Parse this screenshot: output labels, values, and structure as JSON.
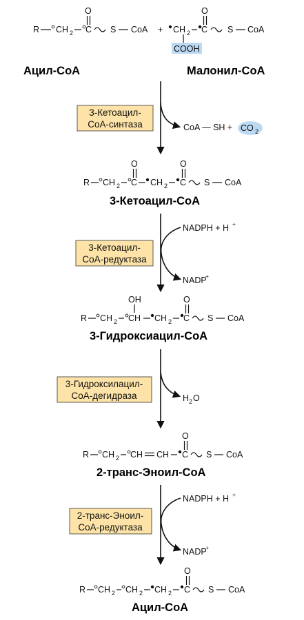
{
  "title": "",
  "structures": {
    "acyl_coa": "Ацил-CoA",
    "malonyl_coa": "Малонил-CoA",
    "ketoacyl_coa": "3-Кетоацил-CoA",
    "hydroxyacyl_coa": "3-Гидроксиацил-CoA",
    "enoyl_coa": "2-транс-Эноил-CoA",
    "product_acyl_coa": "Ацил-CoA"
  },
  "enzymes": [
    {
      "line1": "3-Кетоацил-",
      "line2": "CoA-синтаза"
    },
    {
      "line1": "3-Кетоацил-",
      "line2": "CoA-редуктаза"
    },
    {
      "line1": "3-Гидроксилацил-",
      "line2": "CoA-дегидраза"
    },
    {
      "line1": "2-транс-Эноил-",
      "line2": "CoA-редуктаза"
    }
  ],
  "cofactors": {
    "coa_sh": "CoA — SH +",
    "co2": "CO",
    "co2_sub": "2",
    "nadph_1": "NADPH + H",
    "nadp_1": "NADP",
    "h2o": "H",
    "h2o_sub": "2",
    "h2o_o": "O",
    "nadph_2": "NADPH + H",
    "nadp_2": "NADP",
    "plus_sup": "+"
  },
  "atoms": {
    "R": "R",
    "CH2": "CH",
    "sub2": "2",
    "C": "C",
    "O": "O",
    "S": "S",
    "CoA": "CoA",
    "CH": "CH",
    "OH": "OH",
    "COOH": "COOH",
    "plus": "+"
  },
  "colors": {
    "enzyme_box": "#fde3a7",
    "highlight_blue": "#bcd9f2",
    "ink": "#111111"
  }
}
